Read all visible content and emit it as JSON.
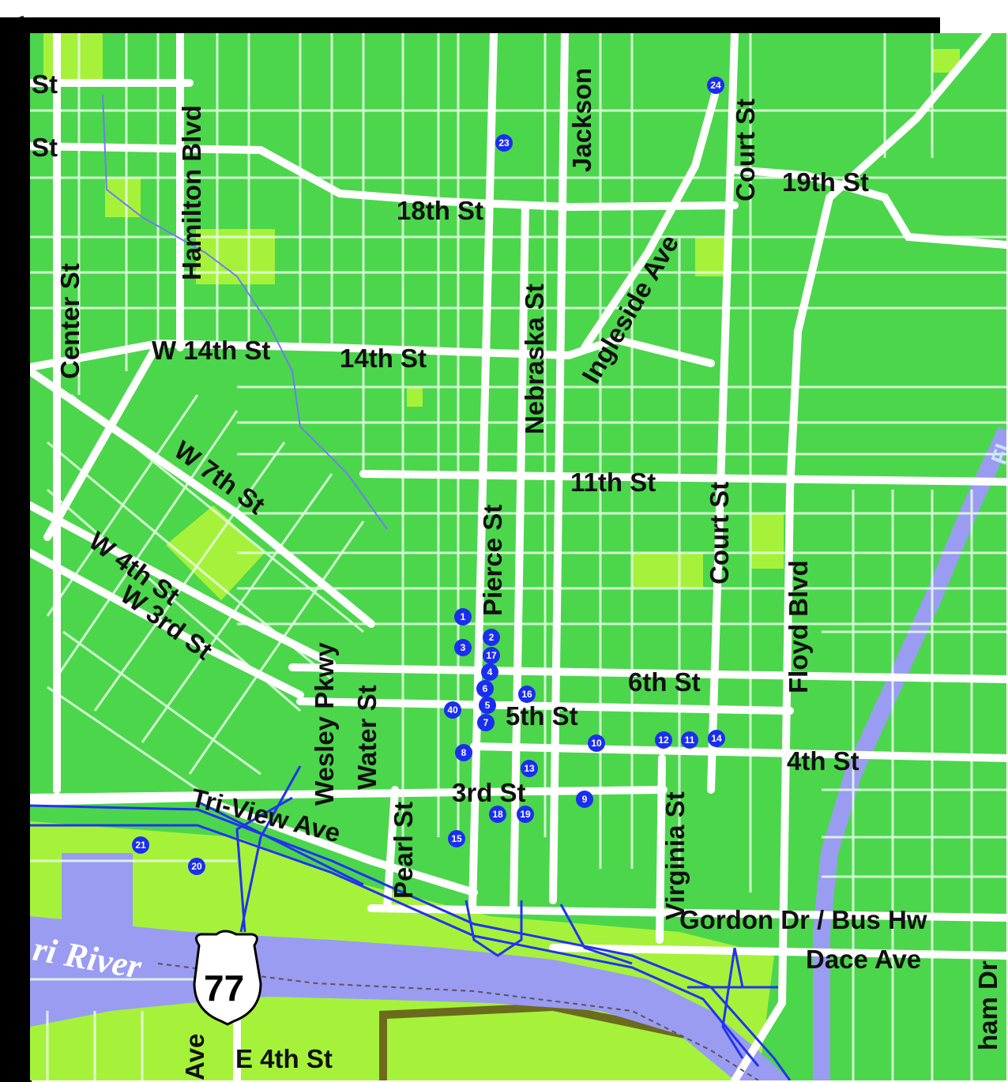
{
  "colors": {
    "land": "#4cd64c",
    "park": "#a6f23a",
    "water": "#9a9cf2",
    "road": "#ffffff",
    "highway": "#2233ee",
    "marker": "#1a2ef0",
    "frame": "#000000"
  },
  "streets": {
    "st_top1": "St",
    "st_top2": "St",
    "hamilton": "Hamilton Blvd",
    "center": "Center St",
    "eighteenth": "18th St",
    "nineteenth": "19th St",
    "court_top": "Court St",
    "jackson": "Jackson",
    "nebraska": "Nebraska St",
    "ingleside": "Ingleside Ave",
    "w14th": "W 14th St",
    "fourteenth": "14th St",
    "w7th": "W 7th St",
    "w4th": "W 4th St",
    "w3rd": "W 3rd St",
    "pierce": "Pierce St",
    "eleventh": "11th St",
    "court_mid": "Court St",
    "floyd": "Floyd Blvd",
    "sixth": "6th St",
    "fifth": "5th St",
    "fourth": "4th St",
    "third": "3rd St",
    "wesley": "Wesley Pkwy",
    "water_st": "Water St",
    "pearl": "Pearl St",
    "virginia": "Virginia St",
    "triview": "Tri-View Ave",
    "gordon": "Gordon Dr / Bus Hw",
    "dace": "Dace Ave",
    "e4th": "E 4th St",
    "ave_bottom": "Ave",
    "ham_dr": "ham Dr",
    "fl_edge": "Fl",
    "river": "ri River"
  },
  "highway_shield": "77",
  "markers": [
    {
      "id": "1"
    },
    {
      "id": "2"
    },
    {
      "id": "3"
    },
    {
      "id": "17"
    },
    {
      "id": "4"
    },
    {
      "id": "6"
    },
    {
      "id": "16"
    },
    {
      "id": "5"
    },
    {
      "id": "40"
    },
    {
      "id": "7"
    },
    {
      "id": "8"
    },
    {
      "id": "10"
    },
    {
      "id": "12"
    },
    {
      "id": "11"
    },
    {
      "id": "14"
    },
    {
      "id": "13"
    },
    {
      "id": "9"
    },
    {
      "id": "18"
    },
    {
      "id": "19"
    },
    {
      "id": "15"
    },
    {
      "id": "21"
    },
    {
      "id": "20"
    },
    {
      "id": "23"
    },
    {
      "id": "24"
    }
  ]
}
